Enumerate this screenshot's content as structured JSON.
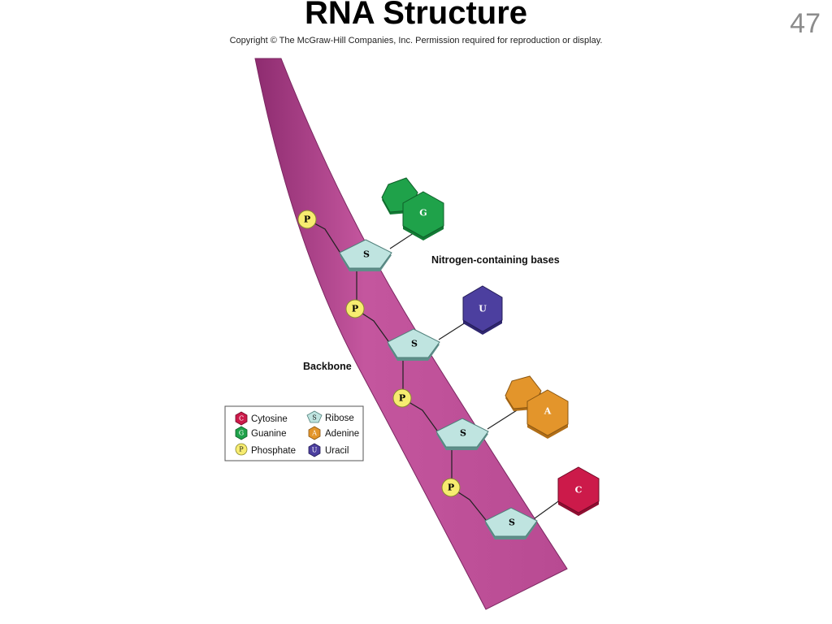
{
  "slide": {
    "title": "RNA Structure",
    "number": "47",
    "copyright": "Copyright © The McGraw-Hill Companies, Inc. Permission required for reproduction or display."
  },
  "labels": {
    "bases": "Nitrogen-containing bases",
    "backbone": "Backbone"
  },
  "node_letters": {
    "phosphate": "P",
    "sugar": "S",
    "guanine": "G",
    "uracil": "U",
    "adenine": "A",
    "cytosine": "C"
  },
  "legend": {
    "cytosine": "Cytosine",
    "guanine": "Guanine",
    "phosphate": "Phosphate",
    "ribose": "Ribose",
    "adenine": "Adenine",
    "uracil": "Uracil"
  },
  "colors": {
    "backbone": "#c0529a",
    "backbone_edge": "#8a2a6a",
    "phosphate": "#f7ec70",
    "ribose": "#bfe4e0",
    "guanine": "#1fa24a",
    "uracil": "#4c3f9f",
    "adenine": "#e3952b",
    "cytosine": "#cc1a4a"
  }
}
